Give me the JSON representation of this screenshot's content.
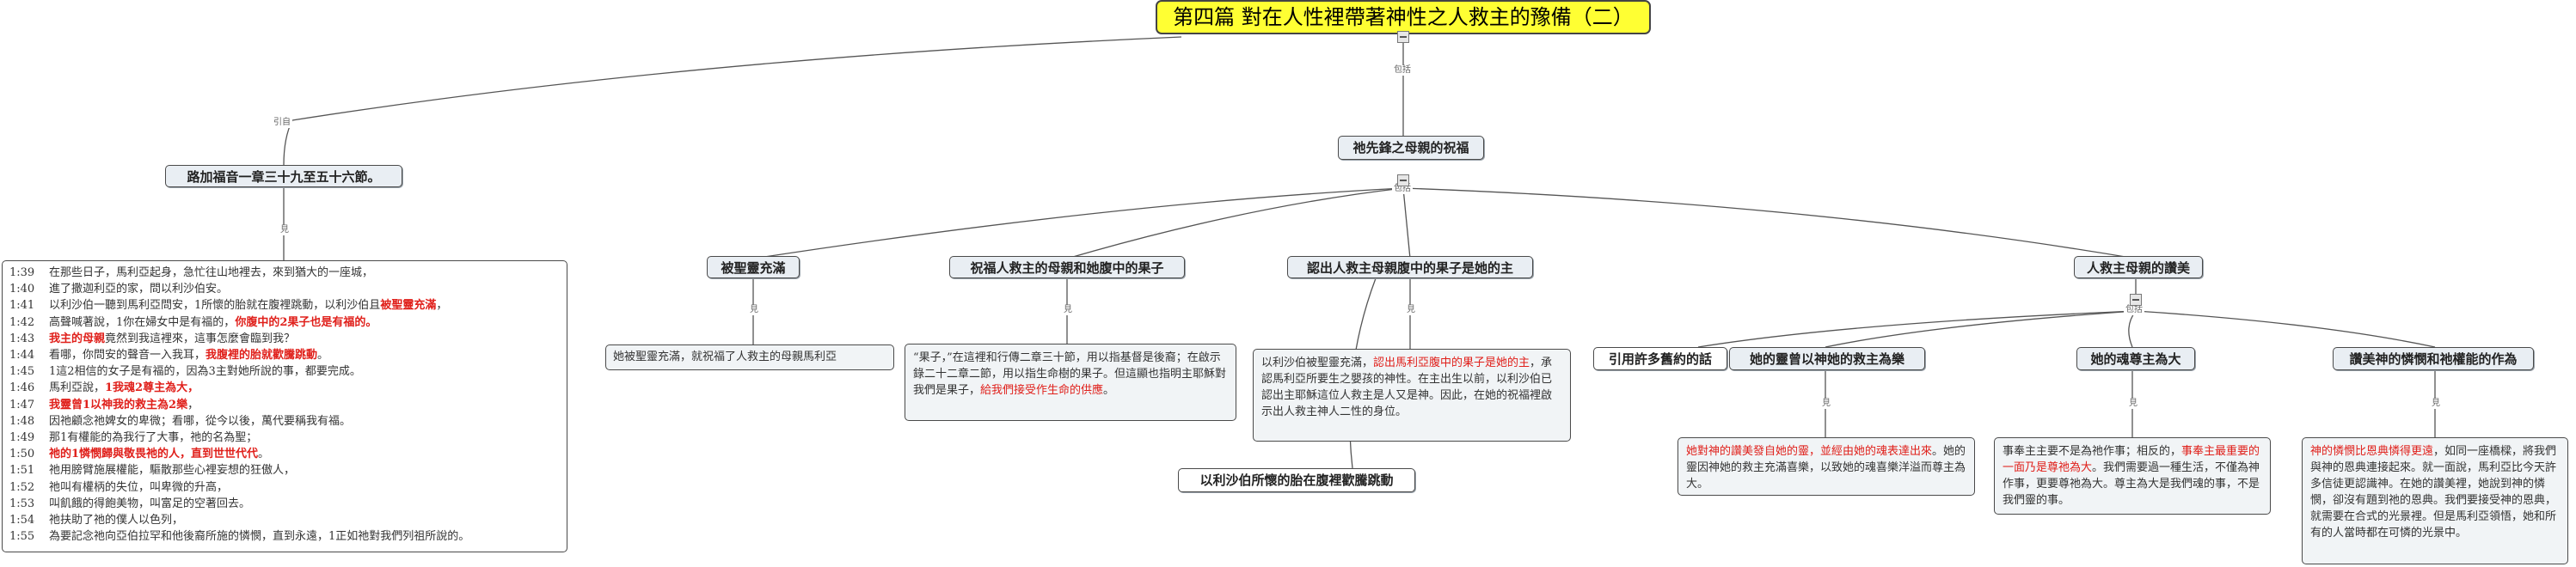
{
  "title": "第四篇 對在人性裡帶著神性之人救主的豫備（二）",
  "links": {
    "yinzi": "引自",
    "baokuo": "包括",
    "jian": "見"
  },
  "left_topic": "路加福音一章三十九至五十六節。",
  "verses": [
    {
      "num": "1:39",
      "text": [
        {
          "t": "在那些日子，馬利亞起身，急忙往山地裡去，來到猶大的一座城，",
          "s": ""
        }
      ]
    },
    {
      "num": "1:40",
      "text": [
        {
          "t": "進了撒迦利亞的家，問以利沙伯安。",
          "s": ""
        }
      ]
    },
    {
      "num": "1:41",
      "text": [
        {
          "t": "以利沙伯一聽到馬利亞問安，",
          "s": ""
        },
        {
          "t": "1",
          "s": ""
        },
        {
          "t": "所懷的胎就在腹裡跳動，以利沙伯且",
          "s": ""
        },
        {
          "t": "被聖靈充滿",
          "s": "bred"
        },
        {
          "t": "，",
          "s": ""
        }
      ]
    },
    {
      "num": "1:42",
      "text": [
        {
          "t": "高聲喊著說，",
          "s": ""
        },
        {
          "t": "1",
          "s": ""
        },
        {
          "t": "你在婦女中是有福的，",
          "s": ""
        },
        {
          "t": "你腹中的2果子也是有福的。",
          "s": "bred"
        }
      ]
    },
    {
      "num": "1:43",
      "text": [
        {
          "t": "我主的母親",
          "s": "bred"
        },
        {
          "t": "竟然到我這裡來，這事怎麼會臨到我？",
          "s": ""
        }
      ]
    },
    {
      "num": "1:44",
      "text": [
        {
          "t": "看哪，你問安的聲音一入我耳，",
          "s": ""
        },
        {
          "t": "我腹裡的胎就歡騰跳動",
          "s": "bred"
        },
        {
          "t": "。",
          "s": ""
        }
      ]
    },
    {
      "num": "1:45",
      "text": [
        {
          "t": "1這2相信的女子是有福的，因為3主對她所說的事，都要完成。",
          "s": ""
        }
      ]
    },
    {
      "num": "1:46",
      "text": [
        {
          "t": "馬利亞說，",
          "s": ""
        },
        {
          "t": "1我魂2尊主為大，",
          "s": "bred"
        }
      ]
    },
    {
      "num": "1:47",
      "text": [
        {
          "t": "我靈曾1以神我的救主為2樂",
          "s": "bred"
        },
        {
          "t": "，",
          "s": ""
        }
      ]
    },
    {
      "num": "1:48",
      "text": [
        {
          "t": "因祂顧念祂婢女的卑微；看哪，從今以後，萬代要稱我有福。",
          "s": ""
        }
      ]
    },
    {
      "num": "1:49",
      "text": [
        {
          "t": "那1有權能的為我行了大事，祂的名為聖；",
          "s": ""
        }
      ]
    },
    {
      "num": "1:50",
      "text": [
        {
          "t": "祂的1憐憫歸與敬畏祂的人，直到世世代代",
          "s": "bred"
        },
        {
          "t": "。",
          "s": ""
        }
      ]
    },
    {
      "num": "1:51",
      "text": [
        {
          "t": "祂用膀臂施展權能，驅散那些心裡妄想的狂傲人，",
          "s": ""
        }
      ]
    },
    {
      "num": "1:52",
      "text": [
        {
          "t": "祂叫有權柄的失位，叫卑微的升高，",
          "s": ""
        }
      ]
    },
    {
      "num": "1:53",
      "text": [
        {
          "t": "叫飢餓的得飽美物，叫富足的空著回去。",
          "s": ""
        }
      ]
    },
    {
      "num": "1:54",
      "text": [
        {
          "t": "祂扶助了祂的僕人以色列，",
          "s": ""
        }
      ]
    },
    {
      "num": "1:55",
      "text": [
        {
          "t": "為要記念祂向亞伯拉罕和他後裔所施的憐憫，直到永遠，",
          "s": ""
        },
        {
          "t": "1",
          "s": ""
        },
        {
          "t": "正如祂對我們列祖所說的。",
          "s": ""
        }
      ]
    }
  ],
  "center_topic": "祂先鋒之母親的祝福",
  "branches": {
    "b1": {
      "topic": "被聖靈充滿",
      "note": "她被聖靈充滿，就祝福了人救主的母親馬利亞"
    },
    "b2": {
      "topic": "祝福人救主的母親和她腹中的果子",
      "note": [
        {
          "t": "“果子，”在這裡和行傳二章三十節，用以指基督是後裔；在啟示錄二十二章二節，用以指生命樹的果子。但這顯也指明主耶穌對我們是果子，",
          "s": ""
        },
        {
          "t": "給我們接受作生命的供應",
          "s": "red"
        },
        {
          "t": "。",
          "s": ""
        }
      ]
    },
    "b3": {
      "topic": "認出人救主母親腹中的果子是她的主",
      "note": [
        {
          "t": "以利沙伯被聖靈充滿，",
          "s": ""
        },
        {
          "t": "認出馬利亞腹中的果子是她的主",
          "s": "red"
        },
        {
          "t": "，承認馬利亞所要生之嬰孩的神性。在主出生以前，以利沙伯已認出主耶穌這位人救主是人又是神。因此，在她的祝福裡啟示出人救主神人二性的身位。",
          "s": ""
        }
      ],
      "sub": "以利沙伯所懷的胎在腹裡歡騰跳動"
    },
    "b4": {
      "topic": "人救主母親的讚美",
      "c1": "引用許多舊約的話",
      "c2": {
        "topic": "她的靈曾以神她的救主為樂",
        "note": [
          {
            "t": "她對神的讚美發自她的靈，並經由她的魂表達出來",
            "s": "red"
          },
          {
            "t": "。她的靈因神她的救主充滿喜樂，以致她的魂喜樂洋溢而尊主為大。",
            "s": ""
          }
        ]
      },
      "c3": {
        "topic": "她的魂尊主為大",
        "note": [
          {
            "t": "事奉主主要不是為祂作事；相反的，",
            "s": ""
          },
          {
            "t": "事奉主最重要的一面乃是尊祂為大",
            "s": "red"
          },
          {
            "t": "。我們需要過一種生活，不僅為神作事，更要尊祂為大。尊主為大是我們魂的事，不是我們靈的事。",
            "s": ""
          }
        ]
      },
      "c4": {
        "topic": "讚美神的憐憫和祂權能的作為",
        "note": [
          {
            "t": "神的憐憫比恩典憐得更遠",
            "s": "red"
          },
          {
            "t": "，如同一座橋樑，將我們與神的恩典連接起來。就一面說，馬利亞比今天許多信徒更認識神。在她的讚美裡，她說到神的憐憫，卻沒有題到祂的恩典。我們要接受神的恩典，就需要在合式的光景裡。但是馬利亞領悟，她和所有的人當時都在可憐的光景中。",
            "s": ""
          }
        ]
      }
    }
  }
}
